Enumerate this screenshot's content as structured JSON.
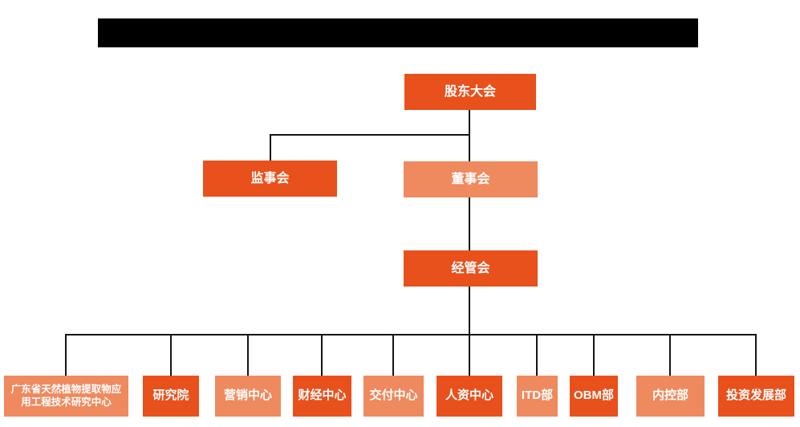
{
  "chart": {
    "kind": "organizational-chart",
    "title_bar": {
      "state": "redacted-black-bar",
      "text": ""
    },
    "nodes": {
      "shareholders_meeting": "股东大会",
      "supervisory_board": "监事会",
      "board_of_directors": "董事会",
      "management_committee": "经管会"
    },
    "hierarchy": {
      "root": "股东大会",
      "children_of_root": [
        "监事会",
        "董事会"
      ],
      "child_of_board": "经管会",
      "children_of_management": [
        "广东省天然植物提取物应用工程技术研究中心",
        "研究院",
        "营销中心",
        "财经中心",
        "交付中心",
        "人资中心",
        "ITD部",
        "OBM部",
        "内控部",
        "投资发展部"
      ]
    },
    "departments": [
      {
        "label": "广东省天然植物提取物应用工程技术研究中心",
        "variant": "light"
      },
      {
        "label": "研究院",
        "variant": "dark"
      },
      {
        "label": "营销中心",
        "variant": "light"
      },
      {
        "label": "财经中心",
        "variant": "dark"
      },
      {
        "label": "交付中心",
        "variant": "light"
      },
      {
        "label": "人资中心",
        "variant": "dark"
      },
      {
        "label": "ITD部",
        "variant": "light"
      },
      {
        "label": "OBM部",
        "variant": "dark"
      },
      {
        "label": "内控部",
        "variant": "light"
      },
      {
        "label": "投资发展部",
        "variant": "dark"
      }
    ],
    "colors": {
      "dark_orange": "#E8501C",
      "light_orange": "#EF895E",
      "connector_line": "#141414",
      "redaction_bar": "#000000",
      "node_text": "#FFFFFF",
      "background": "#FFFFFF"
    }
  }
}
